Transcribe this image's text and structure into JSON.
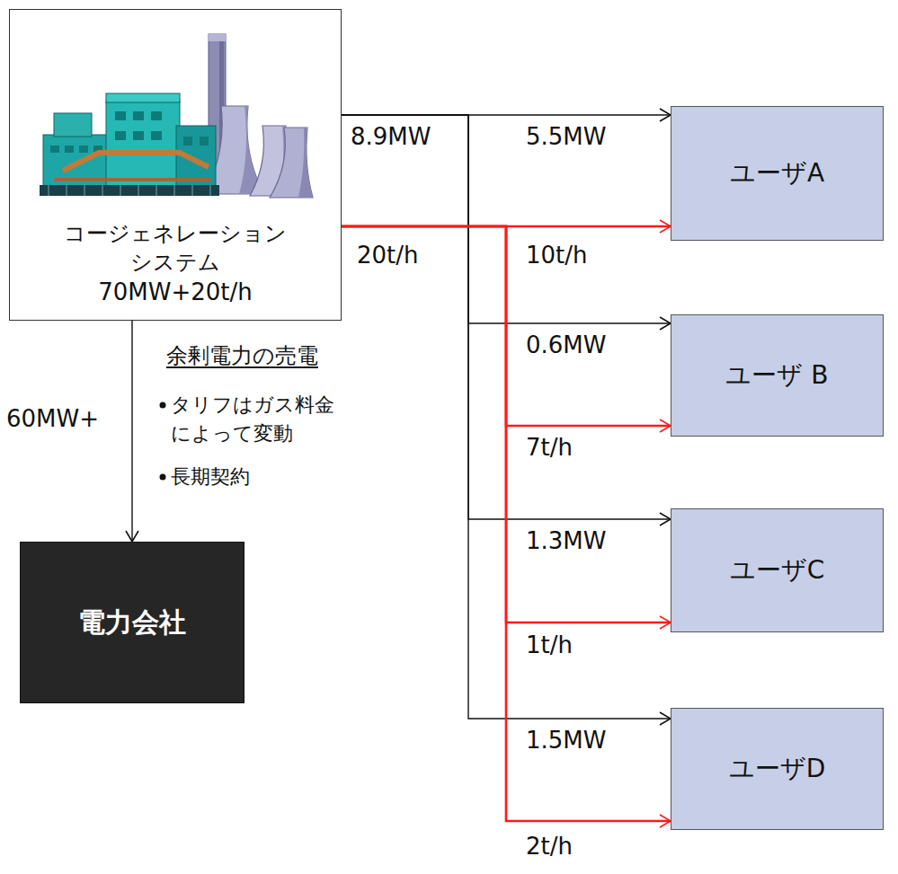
{
  "diagram": {
    "nodes": [
      {
        "text": [
          "コージェネレーション システム",
          "70MW+20t/h"
        ]
      },
      {
        "text": [
          "電力会社"
        ]
      },
      {
        "text": [
          "ユーザA"
        ]
      },
      {
        "text": [
          "ユーザ B"
        ]
      },
      {
        "text": [
          "ユーザC"
        ]
      },
      {
        "text": [
          "ユーザD"
        ]
      }
    ],
    "edges": [
      {
        "from": 0,
        "to": 1,
        "arrow": "to",
        "label": "60MW+"
      },
      {
        "from": 0,
        "to": 2,
        "arrow": "to",
        "label": "5.5MW"
      },
      {
        "from": 0,
        "to": 3,
        "arrow": "to",
        "label": "0.6MW"
      },
      {
        "from": 0,
        "to": 4,
        "arrow": "to",
        "label": "1.3MW"
      },
      {
        "from": 0,
        "to": 5,
        "arrow": "to",
        "label": "1.5MW"
      },
      {
        "from": 0,
        "to": 2,
        "arrow": "to",
        "label": "10t/h"
      },
      {
        "from": 0,
        "to": 3,
        "arrow": "to",
        "label": "7t/h"
      },
      {
        "from": 0,
        "to": 4,
        "arrow": "to",
        "label": "1t/h"
      },
      {
        "from": 0,
        "to": 5,
        "arrow": "to",
        "label": "2t/h"
      }
    ],
    "labels": [
      "8.9MW",
      "20t/h",
      "余剰電力の売電",
      "タリフはガス料金 によって変動",
      "長期契約"
    ]
  }
}
